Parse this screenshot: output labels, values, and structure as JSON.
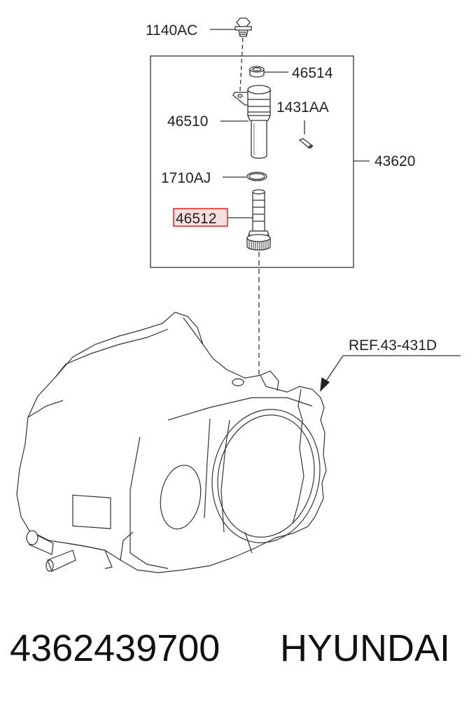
{
  "diagram": {
    "callouts": {
      "bolt": "1140AC",
      "seal": "46514",
      "sensor_housing": "46510",
      "pin": "1431AA",
      "assembly": "43620",
      "o_ring": "1710AJ",
      "driven_gear": "46512",
      "reference": "REF.43-431D"
    },
    "highlighted_part": "46512",
    "highlight_color": "#e03030",
    "highlight_fill": "#f6dede"
  },
  "footer": {
    "part_number": "4362439700",
    "brand": "HYUNDAI"
  }
}
